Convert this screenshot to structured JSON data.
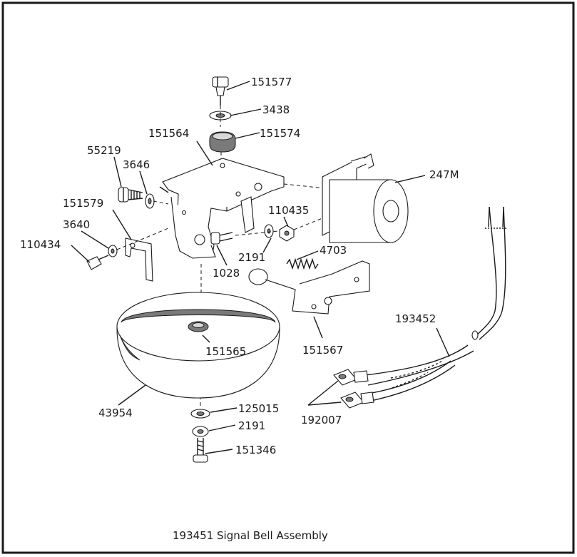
{
  "caption": "193451 Signal Bell Assembly",
  "part_labels": {
    "p151577": "151577",
    "p3438": "3438",
    "p151564": "151564",
    "p151574": "151574",
    "p55219": "55219",
    "p3646": "3646",
    "p247M": "247M",
    "p151579": "151579",
    "p110435": "110435",
    "p3640": "3640",
    "p110434": "110434",
    "p2191a": "2191",
    "p4703": "4703",
    "p1028": "1028",
    "p193452": "193452",
    "p151565": "151565",
    "p151567": "151567",
    "p43954": "43954",
    "p192007": "192007",
    "p125015": "125015",
    "p2191b": "2191",
    "p151346": "151346"
  }
}
